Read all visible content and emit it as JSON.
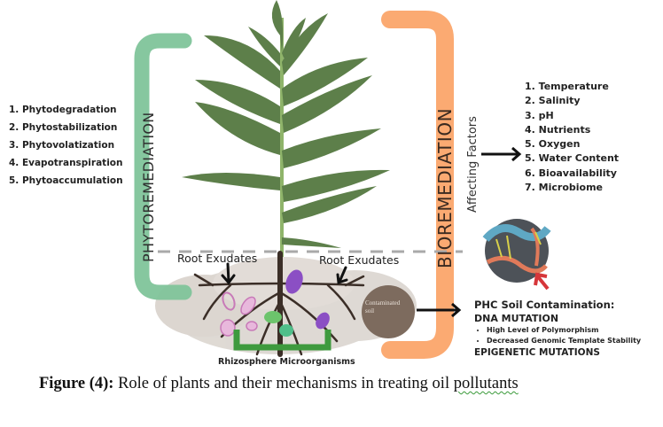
{
  "figure": {
    "caption_prefix": "Figure (4):",
    "caption_text": " Role of plants and their mechanisms in treating oil ",
    "caption_last_word": "pollutants"
  },
  "phytoremediation": {
    "label": "PHYTOREMEDIATION",
    "color": "#7fc49a",
    "items": [
      "1. Phytodegradation",
      "2. Phytostabilization",
      "3. Phytovolatization",
      "4. Evapotranspiration",
      "5. Phytoaccumulation"
    ]
  },
  "bioremediation": {
    "label": "BIOREMEDIATION",
    "color": "#fba56a",
    "affecting_label": "Affecting  Factors",
    "factors": [
      "1. Temperature",
      "2.  Salinity",
      "3.  pH",
      "4.  Nutrients",
      "5.  Oxygen",
      "5.  Water Content",
      "6.  Bioavailability",
      "7.  Microbiome"
    ]
  },
  "root_zone": {
    "root_exudates_left": "Root Exudates",
    "root_exudates_right": "Root Exudates",
    "rhizosphere_label": "Rhizosphere Microorganisms",
    "contaminated_soil": "Contaminated soil"
  },
  "phc": {
    "title": "PHC Soil Contamination:",
    "dna_mutation": "DNA MUTATION",
    "bullets": [
      "High Level of Polymorphism",
      "Decreased Genomic Template Stability"
    ],
    "epigenetic": "EPIGENETIC MUTATIONS"
  }
}
